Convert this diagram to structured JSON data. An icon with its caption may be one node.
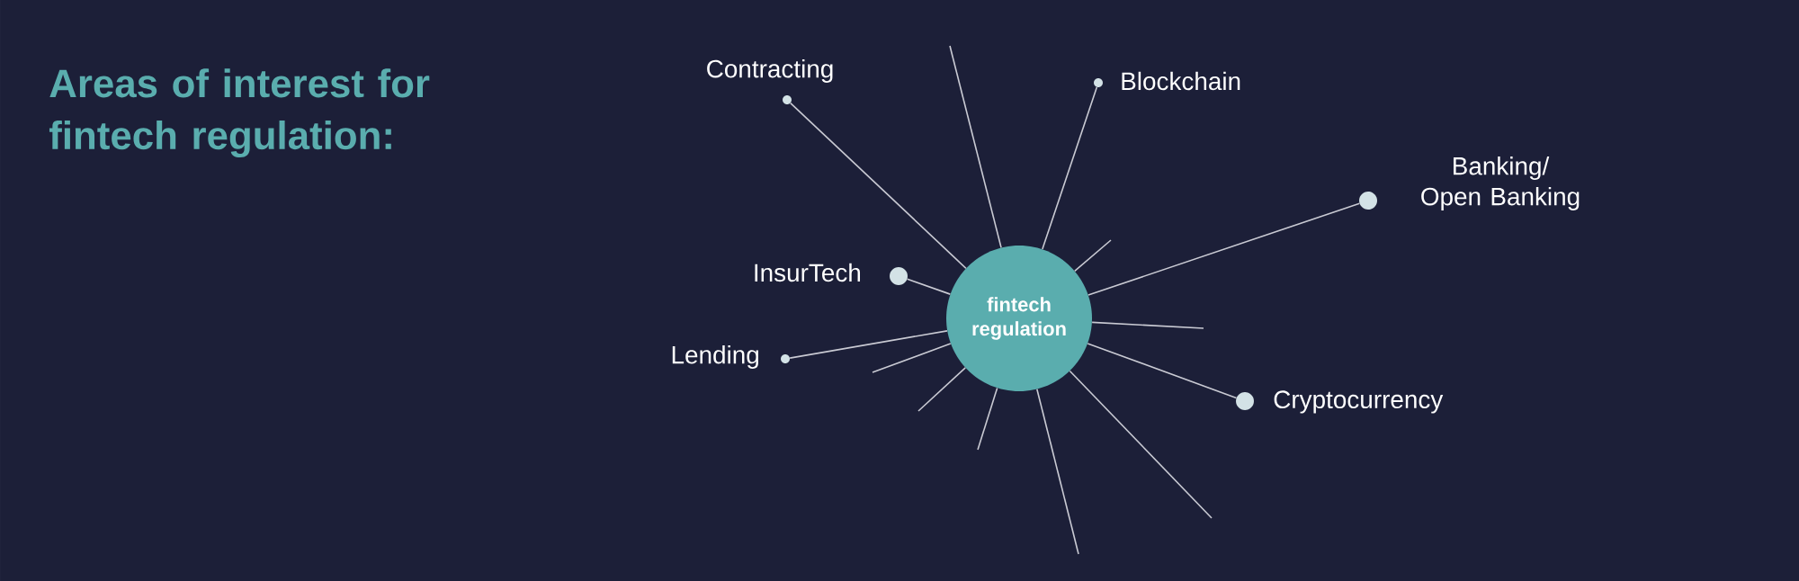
{
  "diagram": {
    "title": "Areas of interest for fintech regulation:",
    "nodes": [
      {
        "text": [
          "fintech regulation"
        ]
      },
      {
        "text": [],
        "shape": "circle",
        "beside": [
          "Contracting"
        ]
      },
      {
        "text": [],
        "shape": "circle",
        "beside": [
          "Blockchain"
        ]
      },
      {
        "text": [],
        "shape": "circle",
        "beside": [
          "Banking/ Open Banking"
        ]
      },
      {
        "text": [],
        "shape": "circle",
        "beside": [
          "InsurTech"
        ]
      },
      {
        "text": [],
        "shape": "circle",
        "beside": [
          "Lending"
        ]
      },
      {
        "text": [],
        "shape": "circle",
        "beside": [
          "Cryptocurrency"
        ]
      }
    ],
    "edges": [
      {
        "from": 0,
        "to": null,
        "arrow": "none"
      },
      {
        "from": 0,
        "to": 2,
        "arrow": "none"
      },
      {
        "from": 0,
        "to": null,
        "arrow": "none"
      },
      {
        "from": 0,
        "to": 3,
        "arrow": "none"
      },
      {
        "from": 0,
        "to": null,
        "arrow": "none"
      },
      {
        "from": 0,
        "to": 6,
        "arrow": "none"
      },
      {
        "from": 0,
        "to": null,
        "arrow": "none"
      },
      {
        "from": 0,
        "to": null,
        "arrow": "none"
      },
      {
        "from": 0,
        "to": null,
        "arrow": "none"
      },
      {
        "from": 0,
        "to": null,
        "arrow": "none"
      },
      {
        "from": 0,
        "to": null,
        "arrow": "none"
      },
      {
        "from": 0,
        "to": 5,
        "arrow": "none"
      },
      {
        "from": 0,
        "to": 4,
        "arrow": "none"
      },
      {
        "from": 0,
        "to": 1,
        "arrow": "none"
      }
    ]
  }
}
